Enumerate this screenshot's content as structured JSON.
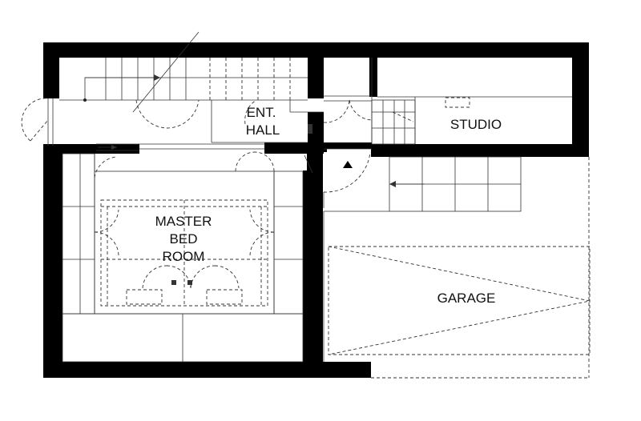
{
  "plan": {
    "rooms": {
      "master_line1": "MASTER",
      "master_line2": "BED",
      "master_line3": "ROOM",
      "ent_line1": "ENT.",
      "ent_line2": "HALL",
      "studio": "STUDIO",
      "garage": "GARAGE"
    },
    "colors": {
      "wall": "#000000",
      "line": "#333333",
      "background": "#ffffff"
    }
  }
}
